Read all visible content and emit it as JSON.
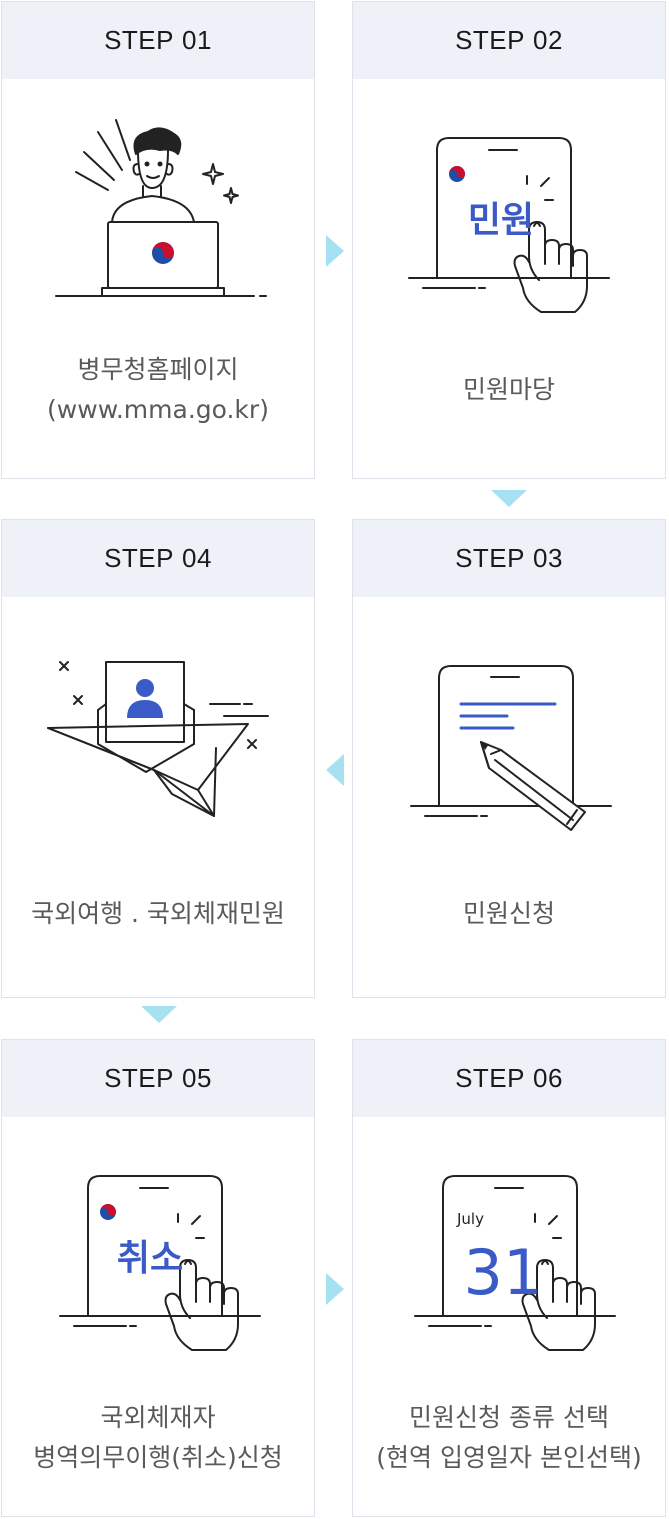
{
  "steps": [
    {
      "label": "STEP",
      "num": "01",
      "caption_line1": "병무청홈페이지",
      "caption_line2": "(www.mma.go.kr)"
    },
    {
      "label": "STEP",
      "num": "02",
      "caption_line1": "민원마당",
      "caption_line2": "",
      "screen_text": "민원"
    },
    {
      "label": "STEP",
      "num": "03",
      "caption_line1": "민원신청",
      "caption_line2": ""
    },
    {
      "label": "STEP",
      "num": "04",
      "caption_line1": "국외여행 . 국외체재민원",
      "caption_line2": ""
    },
    {
      "label": "STEP",
      "num": "05",
      "caption_line1": "국외체재자",
      "caption_line2": "병역의무이행(취소)신청",
      "screen_text": "취소"
    },
    {
      "label": "STEP",
      "num": "06",
      "caption_line1": "민원신청 종류 선택",
      "caption_line2": "(현역 입영일자 본인선택)",
      "calendar_month": "July",
      "calendar_day": "31"
    }
  ],
  "colors": {
    "accent_blue": "#3a5bc7",
    "arrow": "#a6e1f2",
    "header_bg": "#eef1f8",
    "emblem_red": "#c8102e",
    "emblem_blue": "#1f4ea8"
  }
}
